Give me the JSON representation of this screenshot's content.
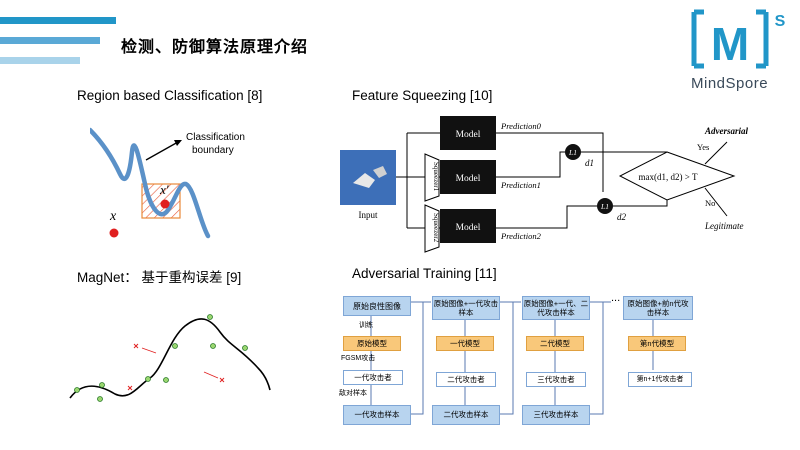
{
  "slide": {
    "title": "检测、防御算法原理介绍",
    "logo_letter": "M",
    "logo_superscript": "S",
    "logo_name": "MindSpore",
    "colors": {
      "accent_blue": "#2196c8",
      "stripe_blue": "#5aa9d6",
      "stripe_light": "#a9d3ea",
      "box_orange": "#f9c87a",
      "box_blue": "#b8d4ef"
    }
  },
  "sections": {
    "region": {
      "title": "Region based Classification [8]",
      "boundary_label_1": "Classification",
      "boundary_label_2": "boundary",
      "x_label": "x",
      "x_prime_label": "x'"
    },
    "squeeze": {
      "title": "Feature Squeezing [10]",
      "input_label": "Input",
      "model_labels": [
        "Model",
        "Model",
        "Model"
      ],
      "squeezer_labels": [
        "Squeezer1",
        "Squeezer2"
      ],
      "prediction_labels": [
        "Prediction0",
        "Prediction1",
        "Prediction2"
      ],
      "l1_label": "L1",
      "d1_label": "d1",
      "d2_label": "d2",
      "decision_label": "max(d1, d2) > T",
      "yes_label": "Yes",
      "no_label": "No",
      "adversarial_label": "Adversarial",
      "legitimate_label": "Legitimate"
    },
    "magnet": {
      "title": "MagNet：  基于重构误差 [9]"
    },
    "adversarial_training": {
      "title": "Adversarial  Training [11]",
      "top_boxes": [
        "原始良性图像",
        "原始图像+一代攻击样本",
        "原始图像+一代、二代攻击样本",
        "原始图像+前n代攻击样本"
      ],
      "model_boxes": [
        "原始模型",
        "一代模型",
        "二代模型",
        "第n代模型"
      ],
      "attacker_boxes": [
        "一代攻击者",
        "二代攻击者",
        "三代攻击者",
        "第n+1代攻击者"
      ],
      "sample_boxes": [
        "一代攻击样本",
        "二代攻击样本",
        "三代攻击样本"
      ],
      "step_labels": [
        "训练",
        "FGSM攻击",
        "敌对样本"
      ],
      "ellipsis": "..."
    }
  }
}
